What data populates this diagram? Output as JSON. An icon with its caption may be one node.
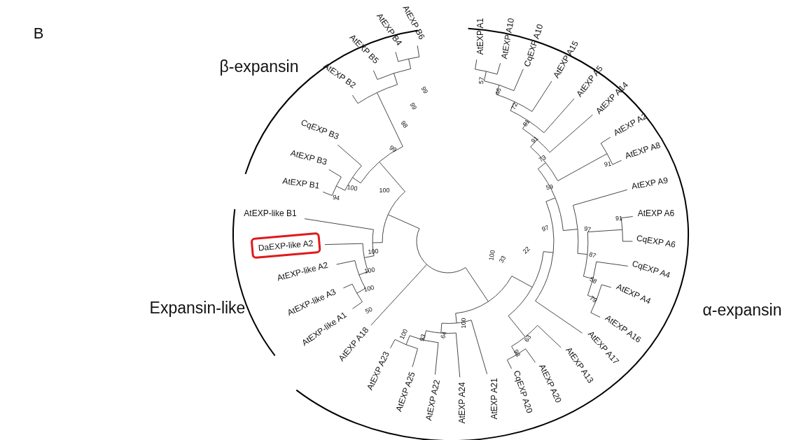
{
  "diagram": {
    "nodes": [
      {
        "text": [
          "DaEXP-like A2"
        ]
      }
    ],
    "labels": [
      "B",
      "β-expansin",
      "AtEXP B6",
      "AtEXP B4",
      "AtEXP B5",
      "AtEXP B2",
      "CqEXP B3",
      "AtEXP B3",
      "AtEXP B1",
      "AtEXP-like B1",
      "AtEXP-like A2",
      "AtEXP-like A3",
      "AtEXP-like A1",
      "AtEXP A18",
      "AtEXP A23",
      "AtEXP A25",
      "AtEXP A22",
      "AtEXP A24",
      "AtEXP A21",
      "CqEXP A20",
      "AtEXP A20",
      "AtEXP A13",
      "AtEXP A17",
      "AtEXP A16",
      "AtEXP A4",
      "CqEXP A4",
      "CqEXP A6",
      "AtEXP A6",
      "AtEXP A9",
      "AtEXP A8",
      "AtEXP A2",
      "AtEXP A14",
      "AtEXP A5",
      "AtEXP A15",
      "CqEXP A10",
      "AtEXP A10",
      "AtEXP A1",
      "99",
      "99",
      "98",
      "99",
      "100",
      "94",
      "100",
      "100",
      "100",
      "100",
      "50",
      "100",
      "93",
      "64",
      "100",
      "100",
      "33",
      "22",
      "63",
      "98",
      "97",
      "97",
      "91",
      "87",
      "58",
      "79",
      "59",
      "73",
      "91",
      "91",
      "81",
      "72",
      "46",
      "57",
      "Expansin-like",
      "α-expansin"
    ]
  }
}
